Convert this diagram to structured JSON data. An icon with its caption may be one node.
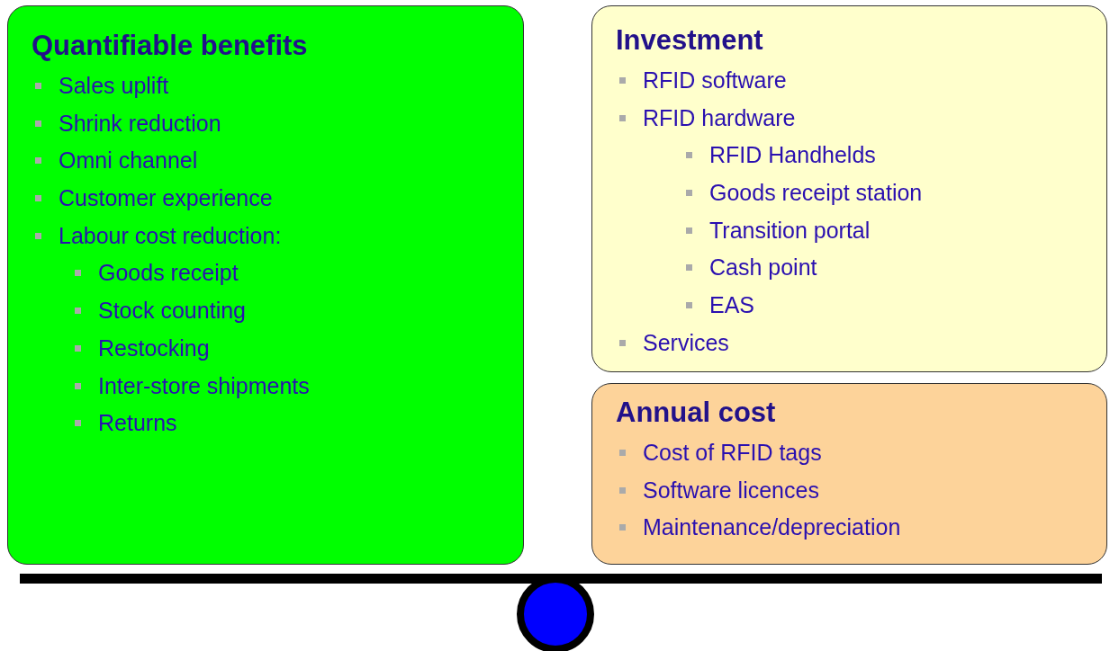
{
  "diagram": {
    "nodes": [
      {
        "text": [
          "Quantifiable benefits",
          "Sales uplift",
          "Shrink reduction",
          "Omni channel",
          "Customer experience",
          "Labour cost reduction:",
          "Goods receipt",
          "Stock counting",
          "Restocking",
          "Inter-store shipments",
          "Returns"
        ]
      },
      {
        "text": [
          "Investment",
          "RFID software",
          "RFID hardware",
          "RFID Handhelds",
          "Goods receipt station",
          "Transition portal",
          "Cash point",
          "EAS",
          "Services"
        ]
      },
      {
        "text": [
          "Annual cost",
          "Cost of RFID tags",
          "Software licences",
          "Maintenance/depreciation"
        ]
      }
    ]
  }
}
